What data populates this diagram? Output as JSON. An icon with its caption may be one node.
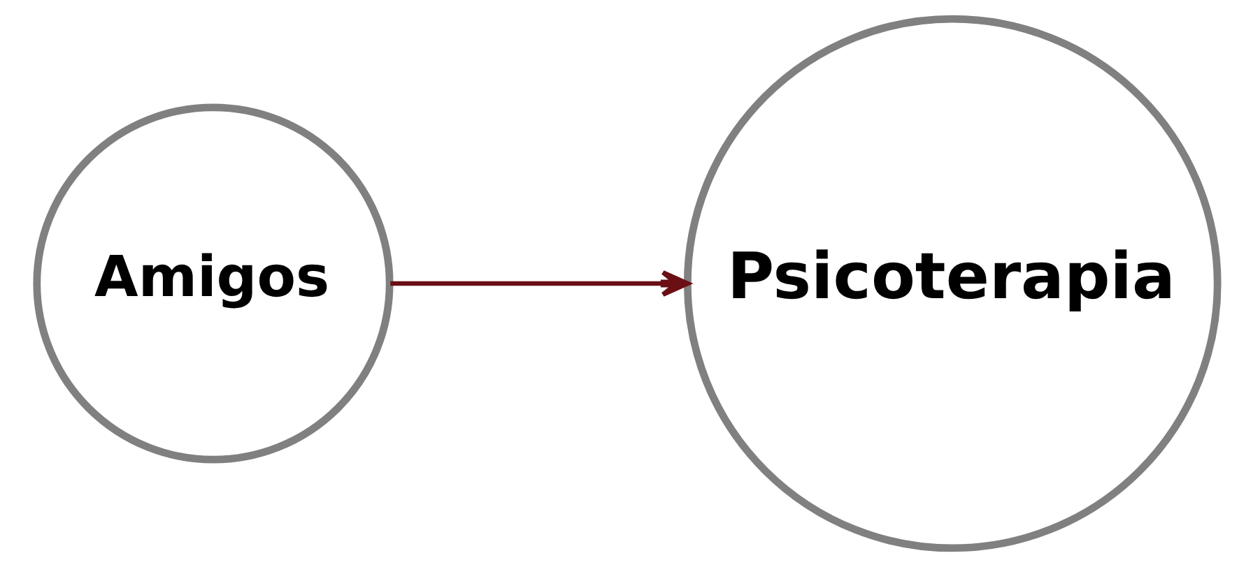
{
  "diagram": {
    "nodes": [
      {
        "text": [
          "Amigos"
        ]
      },
      {
        "text": [
          "Psicoterapia"
        ]
      }
    ],
    "edges": [
      {
        "from": 0,
        "to": 1,
        "arrow": "to"
      }
    ]
  }
}
